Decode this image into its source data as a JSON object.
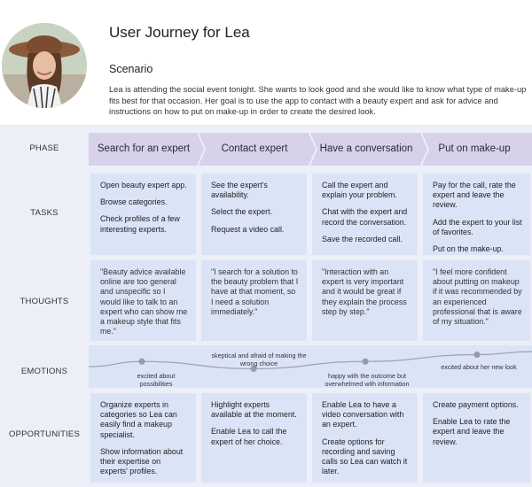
{
  "header": {
    "title": "User Journey for Lea",
    "scenario_heading": "Scenario",
    "scenario_text": "Lea is attending the social event tonight. She wants to look good and she would like to know what type of make-up fits best for that occasion. Her goal is to use the app to contact with a beauty expert and ask for advice and instructions on how to put on make-up in order to create the desired look."
  },
  "row_labels": {
    "phase": "PHASE",
    "tasks": "TASKS",
    "thoughts": "THOUGHTS",
    "emotions": "EMOTIONS",
    "opportunities": "OPPORTUNITIES"
  },
  "phases": [
    "Search for an expert",
    "Contact expert",
    "Have a conversation",
    "Put on make-up"
  ],
  "tasks": [
    [
      "Open beauty expert app.",
      "Browse categories.",
      "Check profiles of a few interesting experts."
    ],
    [
      "See the expert's availability.",
      "Select the expert.",
      "Request a video call."
    ],
    [
      "Call the expert and explain your problem.",
      "Chat with the expert and record the conversation.",
      "Save the recorded call."
    ],
    [
      "Pay for the call, rate the expert and leave the review.",
      "Add the expert to your list of favorites.",
      "Put on the make-up."
    ]
  ],
  "thoughts": [
    "\"Beauty advice available online are too general and unspecific so I would like to talk to an expert who can show me a makeup style that fits me.\"",
    "\"I search for a solution to the beauty problem that I have at that moment, so I need a solution immediately.\"",
    "\"Interaction with an expert is very important and it would be great if they explain the process step by step.\"",
    "\"I feel more confident about putting on makeup if it was recommended by an experienced professional that is aware of my situation.\""
  ],
  "emotions": [
    {
      "label": "excited about possibilities",
      "level": 0.62
    },
    {
      "label": "skeptical and afraid of making the wrong choice",
      "level": 0.45
    },
    {
      "label": "happy with the outcome but overwhelmed with information",
      "level": 0.62
    },
    {
      "label": "excited about her new look",
      "level": 0.78
    }
  ],
  "opportunities": [
    [
      "Organize experts in categories so Lea can easily find a makeup specialist.",
      "Show information about their expertise on experts' profiles."
    ],
    [
      "Highlight experts available at the moment.",
      "Enable Lea to call the expert of her choice."
    ],
    [
      "Enable Lea to have a video conversation with an expert.",
      "Create options for recording and saving calls so Lea can watch it later."
    ],
    [
      "Create payment options.",
      "Enable Lea to rate the expert and leave the review."
    ]
  ],
  "colors": {
    "board_bg": "#eceff8",
    "cell_bg": "#dbe4f6",
    "phase_bg": "#d7d1ea",
    "emotion_line": "#a3a3b8",
    "emotion_dot": "#9a9aad"
  }
}
